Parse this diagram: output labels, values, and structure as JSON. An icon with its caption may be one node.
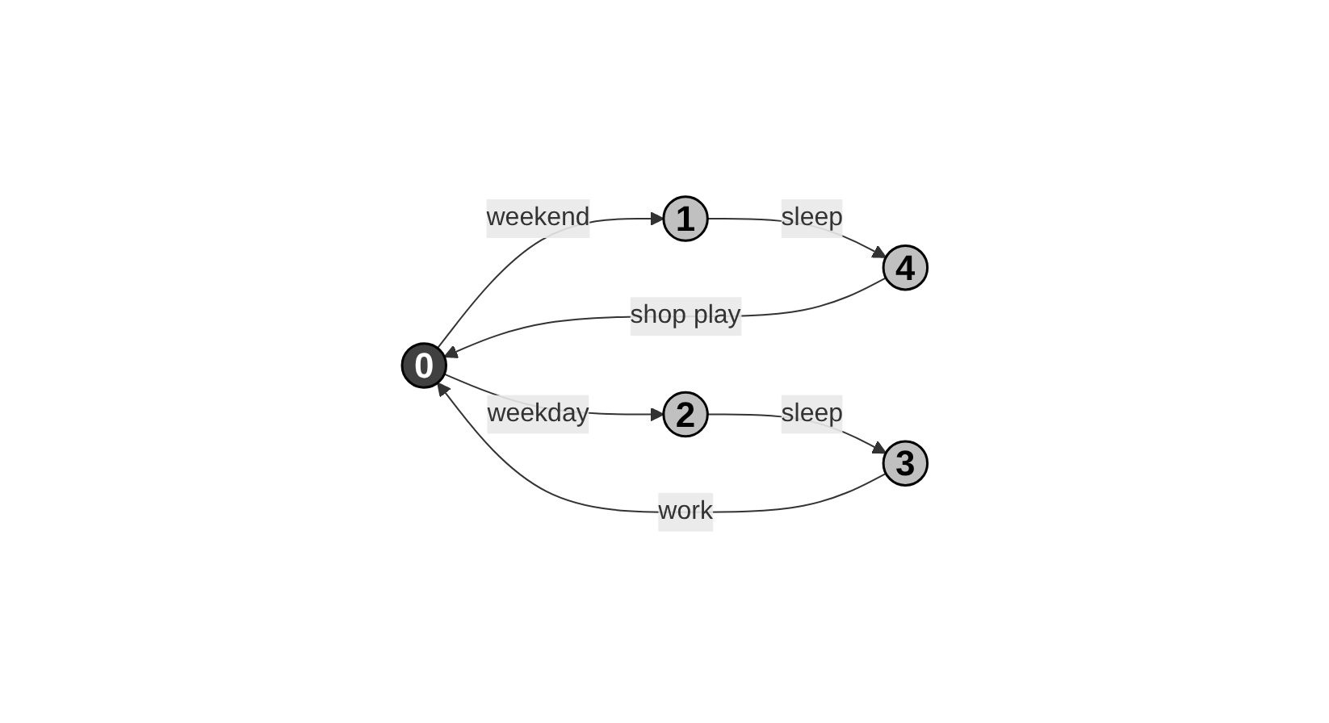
{
  "diagram": {
    "nodes": [
      {
        "text": [
          "0"
        ]
      },
      {
        "text": [
          "1"
        ]
      },
      {
        "text": [
          "2"
        ]
      },
      {
        "text": [
          "3"
        ]
      },
      {
        "text": [
          "4"
        ]
      }
    ],
    "edges": [
      {
        "from": 0,
        "to": 1,
        "arrow": "to",
        "label": "weekend"
      },
      {
        "from": 0,
        "to": 2,
        "arrow": "to",
        "label": "weekday"
      },
      {
        "from": 1,
        "to": 4,
        "arrow": "to",
        "label": "sleep"
      },
      {
        "from": 2,
        "to": 3,
        "arrow": "to",
        "label": "sleep"
      },
      {
        "from": 3,
        "to": 0,
        "arrow": "to",
        "label": "work"
      },
      {
        "from": 4,
        "to": 0,
        "arrow": "to",
        "label": "shop play"
      }
    ]
  }
}
